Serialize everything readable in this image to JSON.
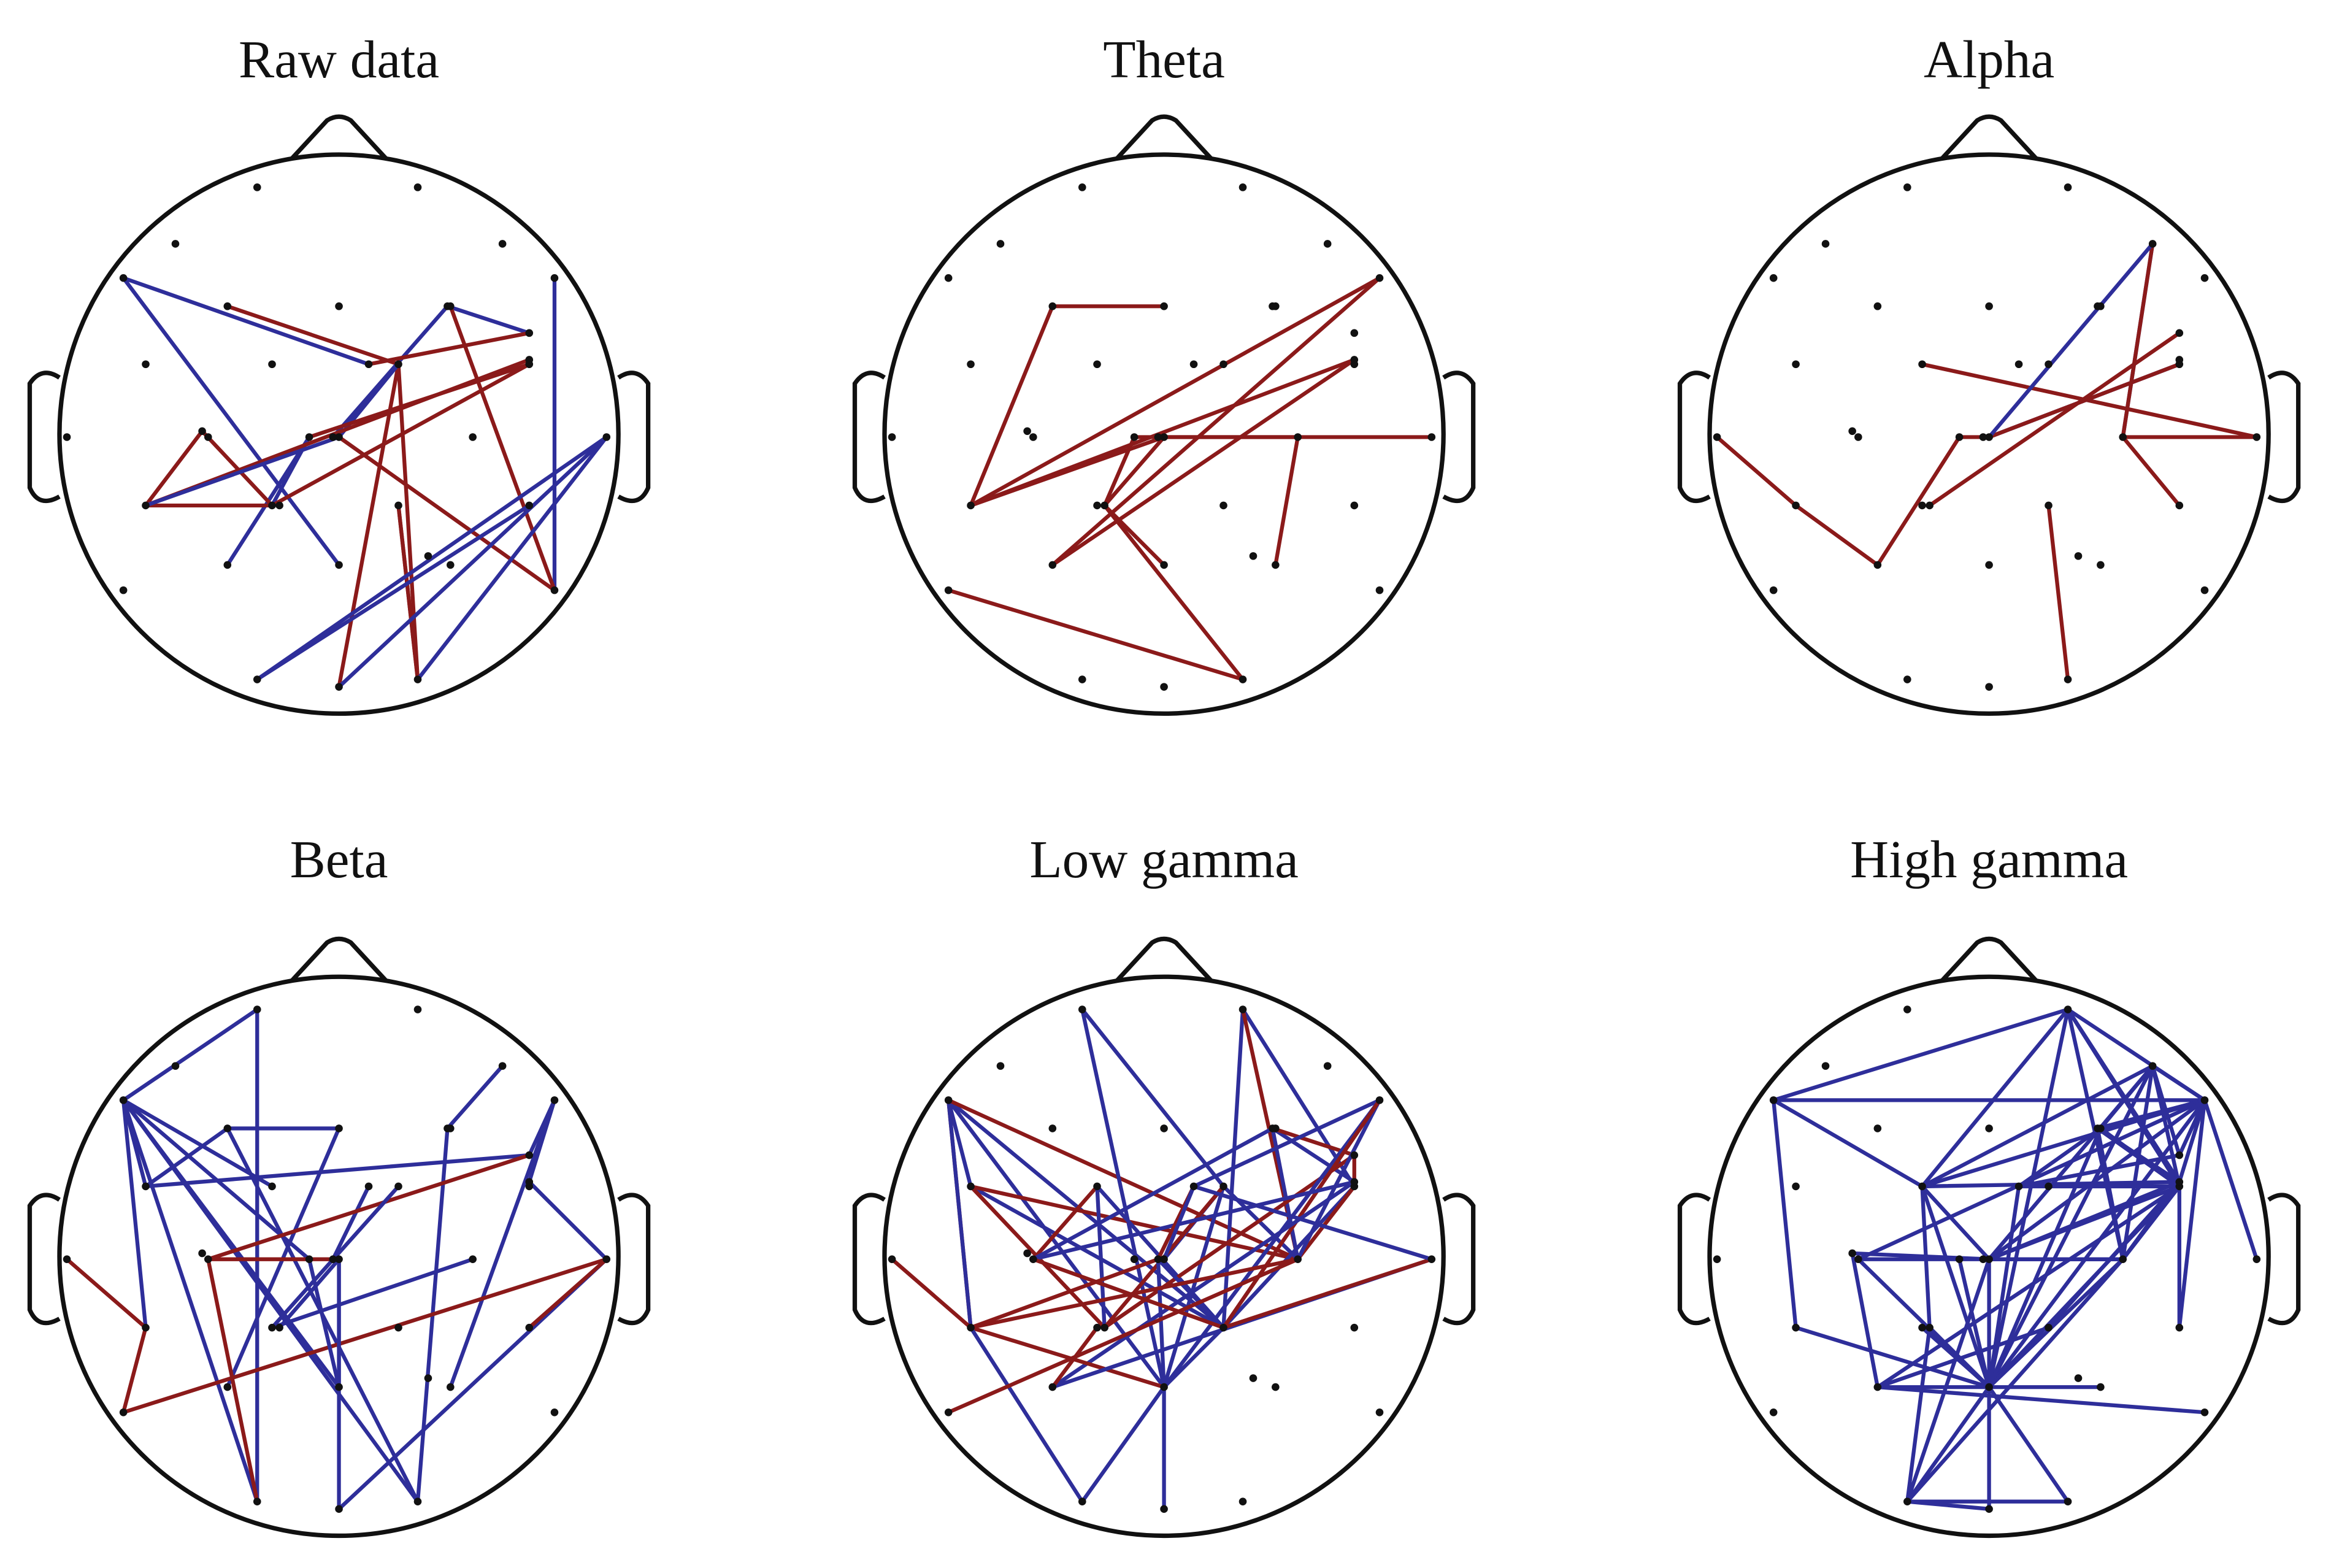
{
  "colors": {
    "head_outline": "#111111",
    "electrode": "#111111",
    "positive_edge": "#8b1a1a",
    "negative_edge": "#2e2e9a"
  },
  "icons": [
    "scalp-map-icon",
    "nose-icon",
    "ear-icon"
  ],
  "electrodes": [
    "A1",
    "A2",
    "A3",
    "A4",
    "B1",
    "B2",
    "B3",
    "B4",
    "B5",
    "B6",
    "B7",
    "C1",
    "C2",
    "C3",
    "C4",
    "C5",
    "C6",
    "D1",
    "D2",
    "D3",
    "D4",
    "D5",
    "D6",
    "D7",
    "D8",
    "D9",
    "E1",
    "E2",
    "E3",
    "E4",
    "E5",
    "E6",
    "F1",
    "F2",
    "F3",
    "F4",
    "F5",
    "F6",
    "F7",
    "G1",
    "G2",
    "G3",
    "G4",
    "H1",
    "H2"
  ],
  "panels": [
    {
      "title": "Raw data",
      "edges": [
        [
          "B1",
          "C5",
          "blue"
        ],
        [
          "B1",
          "F4",
          "blue"
        ],
        [
          "B2",
          "C3",
          "red"
        ],
        [
          "C3",
          "G3",
          "red"
        ],
        [
          "C3",
          "H1",
          "red"
        ],
        [
          "C3",
          "D5",
          "blue"
        ],
        [
          "B6",
          "B5",
          "blue"
        ],
        [
          "B5",
          "D8",
          "blue"
        ],
        [
          "B7",
          "F6",
          "blue"
        ],
        [
          "B4",
          "F6",
          "red"
        ],
        [
          "B6",
          "C5",
          "red"
        ],
        [
          "D3",
          "E3",
          "blue"
        ],
        [
          "D3",
          "F2",
          "blue"
        ],
        [
          "E2",
          "E3",
          "red"
        ],
        [
          "E2",
          "C6",
          "red"
        ],
        [
          "E2",
          "D2",
          "red"
        ],
        [
          "D2",
          "E3",
          "red"
        ],
        [
          "D5",
          "F6",
          "red"
        ],
        [
          "C4",
          "D3",
          "red"
        ],
        [
          "C4",
          "E3",
          "red"
        ],
        [
          "E5",
          "H1",
          "red"
        ],
        [
          "E5",
          "G4",
          "red"
        ],
        [
          "D9",
          "G3",
          "blue"
        ],
        [
          "D9",
          "H1",
          "blue"
        ],
        [
          "E6",
          "G1",
          "blue"
        ],
        [
          "D9",
          "G1",
          "blue"
        ],
        [
          "D5",
          "E2",
          "blue"
        ]
      ]
    },
    {
      "title": "Theta",
      "edges": [
        [
          "B2",
          "B3",
          "red"
        ],
        [
          "B2",
          "E2",
          "red"
        ],
        [
          "E2",
          "C6",
          "red"
        ],
        [
          "E2",
          "D5",
          "red"
        ],
        [
          "E2",
          "B7",
          "red"
        ],
        [
          "D3",
          "D7",
          "red"
        ],
        [
          "D3",
          "E4",
          "red"
        ],
        [
          "D5",
          "E4",
          "red"
        ],
        [
          "D5",
          "D9",
          "red"
        ],
        [
          "E4",
          "H1",
          "red"
        ],
        [
          "E4",
          "F4",
          "red"
        ],
        [
          "D7",
          "F5",
          "red"
        ],
        [
          "C6",
          "F3",
          "red"
        ],
        [
          "B7",
          "F3",
          "red"
        ],
        [
          "F1",
          "H1",
          "red"
        ]
      ]
    },
    {
      "title": "Alpha",
      "edges": [
        [
          "C2",
          "D9",
          "red"
        ],
        [
          "C4",
          "D5",
          "blue"
        ],
        [
          "C4",
          "D5",
          "red"
        ],
        [
          "D5",
          "D3",
          "red"
        ],
        [
          "D3",
          "F3",
          "red"
        ],
        [
          "B6",
          "E4",
          "red"
        ],
        [
          "A4",
          "D6",
          "blue"
        ],
        [
          "A4",
          "D6",
          "red"
        ],
        [
          "A4",
          "D5",
          "blue"
        ],
        [
          "D6",
          "E6",
          "red"
        ],
        [
          "D6",
          "D9",
          "red"
        ],
        [
          "D1",
          "E2",
          "red"
        ],
        [
          "E2",
          "F3",
          "red"
        ],
        [
          "E5",
          "H2",
          "red"
        ]
      ]
    },
    {
      "title": "Beta",
      "edges": [
        [
          "A1",
          "B1",
          "blue"
        ],
        [
          "A1",
          "G2",
          "blue"
        ],
        [
          "B1",
          "C2",
          "blue"
        ],
        [
          "B1",
          "D3",
          "blue"
        ],
        [
          "B1",
          "E1",
          "blue"
        ],
        [
          "B1",
          "F4",
          "blue"
        ],
        [
          "B1",
          "H1",
          "blue"
        ],
        [
          "B1",
          "C1",
          "blue"
        ],
        [
          "B1",
          "G1",
          "blue"
        ],
        [
          "C1",
          "B6",
          "blue"
        ],
        [
          "B2",
          "C1",
          "blue"
        ],
        [
          "B2",
          "G4",
          "blue"
        ],
        [
          "B3",
          "B2",
          "blue"
        ],
        [
          "B3",
          "F2",
          "blue"
        ],
        [
          "A4",
          "B5",
          "blue"
        ],
        [
          "B5",
          "G4",
          "blue"
        ],
        [
          "B7",
          "B6",
          "blue"
        ],
        [
          "B7",
          "C6",
          "blue"
        ],
        [
          "B7",
          "F5",
          "blue"
        ],
        [
          "C6",
          "D9",
          "blue"
        ],
        [
          "D9",
          "G3",
          "blue"
        ],
        [
          "C5",
          "D8",
          "blue"
        ],
        [
          "D8",
          "D4",
          "red"
        ],
        [
          "D4",
          "B6",
          "red"
        ],
        [
          "D4",
          "G1",
          "red"
        ],
        [
          "D1",
          "E1",
          "red"
        ],
        [
          "E1",
          "F1",
          "red"
        ],
        [
          "F1",
          "D9",
          "red"
        ],
        [
          "D9",
          "E6",
          "red"
        ],
        [
          "D3",
          "F4",
          "blue"
        ],
        [
          "F4",
          "D5",
          "blue"
        ],
        [
          "D5",
          "G3",
          "blue"
        ],
        [
          "D5",
          "E4",
          "blue"
        ],
        [
          "C3",
          "E3",
          "blue"
        ],
        [
          "E3",
          "D7",
          "blue"
        ]
      ]
    },
    {
      "title": "Low gamma",
      "edges": [
        [
          "B1",
          "F4",
          "blue"
        ],
        [
          "B1",
          "E5",
          "blue"
        ],
        [
          "B1",
          "C1",
          "blue"
        ],
        [
          "B1",
          "D6",
          "red"
        ],
        [
          "B1",
          "E1",
          "red"
        ],
        [
          "B1",
          "E2",
          "blue"
        ],
        [
          "A1",
          "C3",
          "blue"
        ],
        [
          "A1",
          "F4",
          "blue"
        ],
        [
          "A2",
          "C4",
          "blue"
        ],
        [
          "A2",
          "E5",
          "blue"
        ],
        [
          "A2",
          "D7",
          "red"
        ],
        [
          "C1",
          "E5",
          "blue"
        ],
        [
          "C1",
          "E4",
          "red"
        ],
        [
          "C1",
          "D6",
          "red"
        ],
        [
          "C2",
          "D4",
          "red"
        ],
        [
          "C2",
          "E5",
          "blue"
        ],
        [
          "C2",
          "E4",
          "blue"
        ],
        [
          "C3",
          "D5",
          "blue"
        ],
        [
          "C3",
          "F4",
          "blue"
        ],
        [
          "C3",
          "E4",
          "red"
        ],
        [
          "C3",
          "D7",
          "blue"
        ],
        [
          "C4",
          "C6",
          "red"
        ],
        [
          "C4",
          "E5",
          "blue"
        ],
        [
          "C4",
          "D6",
          "red"
        ],
        [
          "B5",
          "D6",
          "blue"
        ],
        [
          "B5",
          "C6",
          "blue"
        ],
        [
          "B5",
          "D4",
          "blue"
        ],
        [
          "B6",
          "B5",
          "red"
        ],
        [
          "B6",
          "E4",
          "red"
        ],
        [
          "B6",
          "C6",
          "red"
        ],
        [
          "B7",
          "C5",
          "blue"
        ],
        [
          "B7",
          "D7",
          "blue"
        ],
        [
          "B7",
          "F4",
          "blue"
        ],
        [
          "B7",
          "E5",
          "red"
        ],
        [
          "C6",
          "D4",
          "blue"
        ],
        [
          "C6",
          "F3",
          "blue"
        ],
        [
          "C5",
          "D8",
          "red"
        ],
        [
          "C5",
          "D5",
          "blue"
        ],
        [
          "D1",
          "E1",
          "red"
        ],
        [
          "E1",
          "F4",
          "red"
        ],
        [
          "E1",
          "D8",
          "red"
        ],
        [
          "D8",
          "F4",
          "blue"
        ],
        [
          "D8",
          "E5",
          "blue"
        ],
        [
          "D9",
          "F3",
          "blue"
        ],
        [
          "D9",
          "E5",
          "red"
        ],
        [
          "D9",
          "C5",
          "blue"
        ],
        [
          "E2",
          "D6",
          "red"
        ],
        [
          "E2",
          "G2",
          "blue"
        ],
        [
          "E3",
          "F2",
          "red"
        ],
        [
          "F1",
          "D7",
          "red"
        ],
        [
          "F4",
          "G2",
          "blue"
        ],
        [
          "F4",
          "G3",
          "blue"
        ],
        [
          "F4",
          "E5",
          "blue"
        ],
        [
          "D4",
          "E5",
          "red"
        ]
      ]
    },
    {
      "title": "High gamma",
      "edges": [
        [
          "A2",
          "B1",
          "blue"
        ],
        [
          "A2",
          "B7",
          "blue"
        ],
        [
          "A2",
          "C2",
          "blue"
        ],
        [
          "A2",
          "C6",
          "blue"
        ],
        [
          "A2",
          "D7",
          "blue"
        ],
        [
          "A2",
          "C4",
          "blue"
        ],
        [
          "A2",
          "F4",
          "blue"
        ],
        [
          "A4",
          "B4",
          "blue"
        ],
        [
          "A4",
          "B6",
          "blue"
        ],
        [
          "A4",
          "B7",
          "blue"
        ],
        [
          "A4",
          "C2",
          "blue"
        ],
        [
          "A4",
          "D7",
          "blue"
        ],
        [
          "A4",
          "F4",
          "blue"
        ],
        [
          "A4",
          "C4",
          "blue"
        ],
        [
          "A4",
          "D5",
          "blue"
        ],
        [
          "B1",
          "B7",
          "blue"
        ],
        [
          "B1",
          "E1",
          "blue"
        ],
        [
          "B1",
          "C2",
          "blue"
        ],
        [
          "B4",
          "B7",
          "blue"
        ],
        [
          "B4",
          "C5",
          "blue"
        ],
        [
          "B4",
          "F4",
          "blue"
        ],
        [
          "B4",
          "C4",
          "blue"
        ],
        [
          "B5",
          "B7",
          "blue"
        ],
        [
          "B5",
          "C6",
          "blue"
        ],
        [
          "B5",
          "D7",
          "blue"
        ],
        [
          "B5",
          "C4",
          "blue"
        ],
        [
          "B6",
          "B7",
          "blue"
        ],
        [
          "B6",
          "C5",
          "blue"
        ],
        [
          "B7",
          "C2",
          "blue"
        ],
        [
          "B7",
          "C6",
          "blue"
        ],
        [
          "B7",
          "D9",
          "blue"
        ],
        [
          "B7",
          "E6",
          "blue"
        ],
        [
          "B7",
          "F4",
          "blue"
        ],
        [
          "B7",
          "D4",
          "blue"
        ],
        [
          "B7",
          "D5",
          "blue"
        ],
        [
          "C2",
          "F4",
          "blue"
        ],
        [
          "C2",
          "C6",
          "blue"
        ],
        [
          "C2",
          "D5",
          "blue"
        ],
        [
          "C2",
          "E4",
          "blue"
        ],
        [
          "C4",
          "C5",
          "blue"
        ],
        [
          "C4",
          "C6",
          "blue"
        ],
        [
          "C4",
          "D5",
          "blue"
        ],
        [
          "C4",
          "D6",
          "blue"
        ],
        [
          "C4",
          "F4",
          "blue"
        ],
        [
          "C5",
          "C6",
          "blue"
        ],
        [
          "C5",
          "F4",
          "blue"
        ],
        [
          "C6",
          "E6",
          "blue"
        ],
        [
          "C6",
          "D7",
          "blue"
        ],
        [
          "C6",
          "E5",
          "blue"
        ],
        [
          "C6",
          "D5",
          "blue"
        ],
        [
          "D4",
          "D6",
          "blue"
        ],
        [
          "D4",
          "F4",
          "blue"
        ],
        [
          "D5",
          "D6",
          "blue"
        ],
        [
          "D5",
          "D7",
          "blue"
        ],
        [
          "D5",
          "F4",
          "blue"
        ],
        [
          "D6",
          "D7",
          "blue"
        ],
        [
          "D7",
          "F4",
          "blue"
        ],
        [
          "D7",
          "G2",
          "blue"
        ],
        [
          "D2",
          "F3",
          "blue"
        ],
        [
          "D2",
          "D5",
          "blue"
        ],
        [
          "E1",
          "F4",
          "blue"
        ],
        [
          "F4",
          "G2",
          "blue"
        ],
        [
          "F4",
          "G3",
          "blue"
        ],
        [
          "F4",
          "H2",
          "blue"
        ],
        [
          "F4",
          "F2",
          "blue"
        ],
        [
          "F4",
          "D3",
          "blue"
        ],
        [
          "F4",
          "E4",
          "blue"
        ],
        [
          "F4",
          "E3",
          "blue"
        ],
        [
          "F2",
          "F6",
          "blue"
        ],
        [
          "F2",
          "C4",
          "blue"
        ],
        [
          "F3",
          "E5",
          "blue"
        ],
        [
          "G2",
          "E4",
          "blue"
        ],
        [
          "G2",
          "D5",
          "blue"
        ],
        [
          "G3",
          "G2",
          "blue"
        ],
        [
          "G4",
          "G2",
          "blue"
        ],
        [
          "F5",
          "F4",
          "blue"
        ]
      ]
    }
  ]
}
